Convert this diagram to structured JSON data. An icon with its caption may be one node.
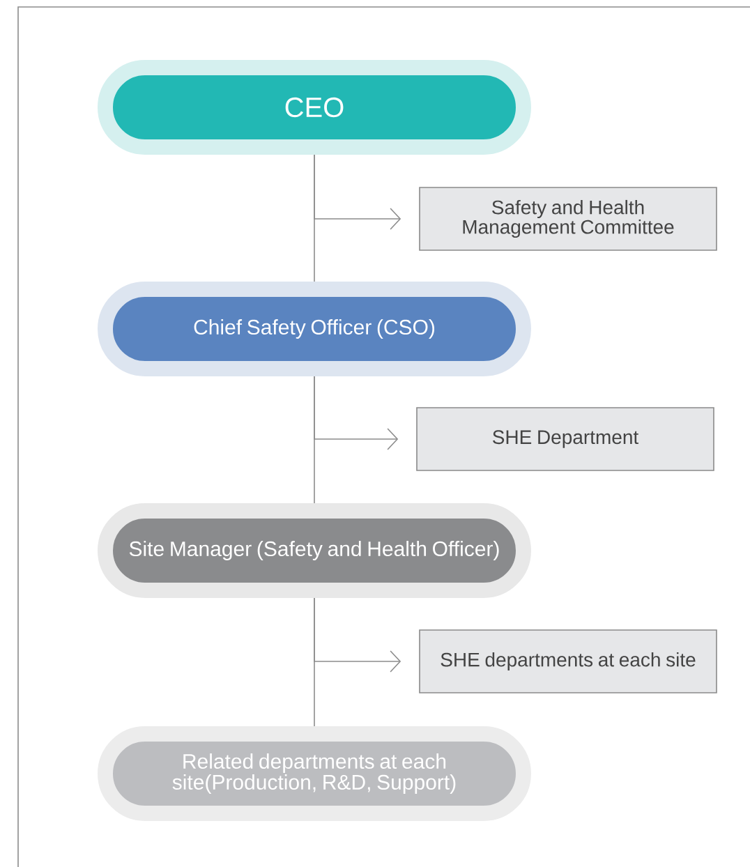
{
  "diagram": {
    "nodes": [
      {
        "text": [
          "CEO"
        ]
      },
      {
        "text": [
          "Safety and Health Management Committee"
        ]
      },
      {
        "text": [
          "Chief Safety Officer (CSO)"
        ]
      },
      {
        "text": [
          "SHE Department"
        ]
      },
      {
        "text": [
          "Site Manager (Safety and Health Officer)"
        ]
      },
      {
        "text": [
          "SHE departments at each site"
        ]
      },
      {
        "text": [
          "Related departments at each site(Production, R&D, Support)"
        ]
      }
    ],
    "edges": [
      {
        "from": 0,
        "to": 2,
        "arrow": "none"
      },
      {
        "from": 0,
        "to": 1,
        "arrow": "to"
      },
      {
        "from": 2,
        "to": 4,
        "arrow": "none"
      },
      {
        "from": 2,
        "to": 3,
        "arrow": "to"
      },
      {
        "from": 4,
        "to": 6,
        "arrow": "none"
      },
      {
        "from": 4,
        "to": 5,
        "arrow": "to"
      }
    ]
  }
}
